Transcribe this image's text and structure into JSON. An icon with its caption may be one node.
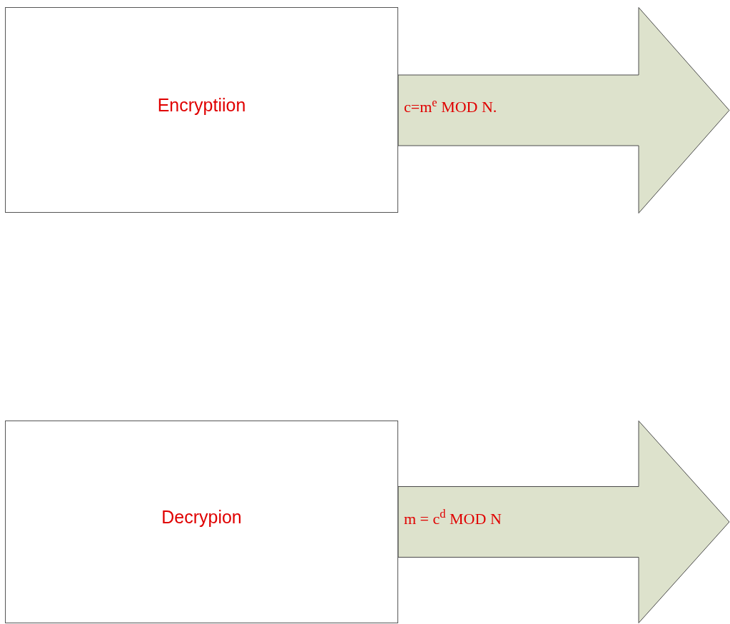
{
  "diagram": {
    "nodes": [
      {
        "text": [
          "Encryptiion"
        ]
      },
      {
        "text": [
          "c=m$^{e}$ MOD N."
        ]
      },
      {
        "text": [
          "Decrypion"
        ]
      },
      {
        "text": [
          "m = c$^{d}$ MOD N"
        ]
      }
    ]
  }
}
